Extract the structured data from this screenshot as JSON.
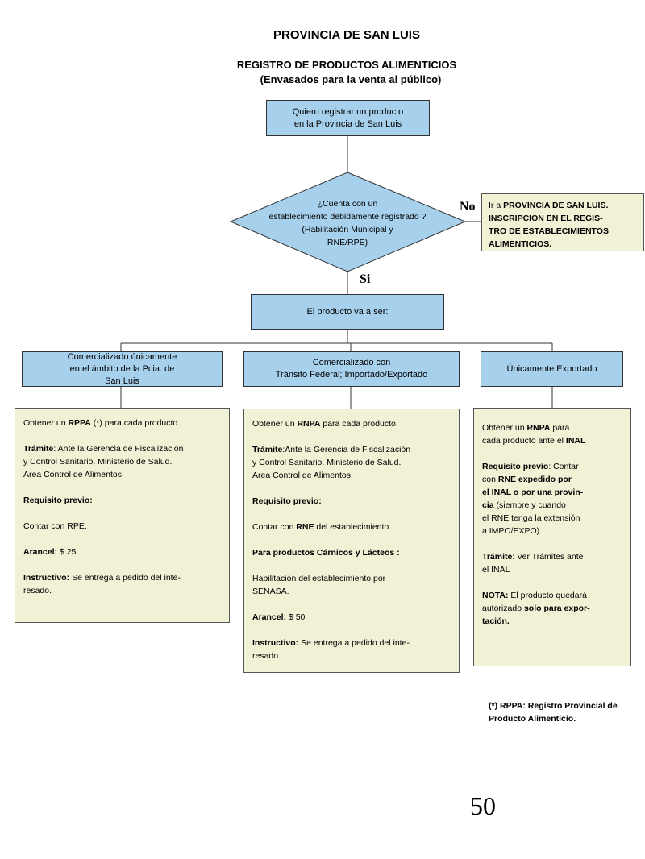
{
  "header": {
    "province": "PROVINCIA DE SAN LUIS",
    "registry": "REGISTRO DE PRODUCTOS ALIMENTICIOS",
    "subtitle": "(Envasados para la venta al público)"
  },
  "flow": {
    "start": "Quiero registrar un producto\nen la Provincia de San Luis",
    "question": "¿Cuenta con un\nestablecimiento debidamente registrado ?\n(Habilitación Municipal y\nRNE/RPE)",
    "no_label": "No",
    "yes_label": "Si",
    "no_prefix": "Ir a ",
    "no_bold": "PROVINCIA DE SAN LUIS.\nINSCRIPCION EN EL REGIS-\nTRO DE ESTABLECIMIENTOS\nALIMENTICIOS.",
    "product": "El producto va a ser:",
    "branches": [
      "Comercializado únicamente\nen el ámbito de la Pcia. de\nSan Luis",
      "Comercializado con\nTránsito Federal; Importado/Exportado",
      "Únicamente Exportado"
    ]
  },
  "panel1": {
    "p1a": "Obtener un ",
    "p1b": "RPPA",
    "p1c": " (*) para cada  producto.",
    "p2a": "Trámite",
    "p2b": ": Ante la Gerencia de Fiscalización\ny Control Sanitario. Ministerio de Salud.\nArea Control de Alimentos.",
    "p3": "Requisito previo:",
    "p4": "Contar con RPE.",
    "p5a": "Arancel:",
    "p5b": " $ 25",
    "p6a": "Instructivo:",
    "p6b": " Se entrega a pedido del inte-\nresado."
  },
  "panel2": {
    "p1a": "Obtener un ",
    "p1b": "RNPA",
    "p1c": " para cada producto.",
    "p2a": "Trámite",
    "p2b": ":Ante la Gerencia de Fiscalización\ny Control Sanitario. Ministerio de Salud.\nArea Control de Alimentos.",
    "p3": "Requisito previo:",
    "p4a": "Contar con ",
    "p4b": "RNE",
    "p4c": " del establecimiento.",
    "p5": "Para productos Cárnicos y Lácteos :",
    "p6": "Habilitación del establecimiento por\nSENASA.",
    "p7a": "Arancel:",
    "p7b": " $ 50",
    "p8a": "Instructivo:",
    "p8b": " Se entrega a pedido del inte-\nresado."
  },
  "panel3": {
    "p1a": "Obtener un  ",
    "p1b": "RNPA",
    "p1c": " para\ncada producto ante el ",
    "p1d": "INAL",
    "p2a": "Requisito previo",
    "p2b": ": Contar\ncon ",
    "p2c": "RNE expedido por\nel INAL o por una provin-\ncia",
    "p2d": " (siempre y cuando\nel RNE tenga la extensión\na IMPO/EXPO)",
    "p3a": "Trámite",
    "p3b": ": Ver Trámites ante\n el INAL",
    "p4a": "NOTA:",
    "p4b": " El producto quedará\nautorizado ",
    "p4c": "solo para expor-\ntación."
  },
  "footnote": "(*) RPPA:  Registro Provincial de\nProducto        Alimenticio.",
  "page_number": "50"
}
